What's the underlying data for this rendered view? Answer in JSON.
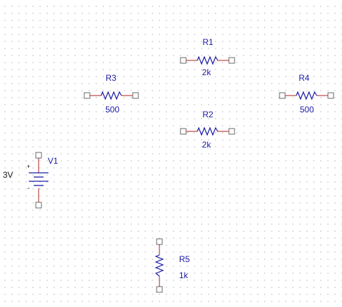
{
  "colors": {
    "label": "#1a1aa6",
    "wire": "#b22222",
    "body": "#1a1aa6",
    "pin": "#6a6a6a",
    "source_text": "#1a1a1a"
  },
  "components": {
    "r1": {
      "name": "R1",
      "value": "2k"
    },
    "r2": {
      "name": "R2",
      "value": "2k"
    },
    "r3": {
      "name": "R3",
      "value": "500"
    },
    "r4": {
      "name": "R4",
      "value": "500"
    },
    "r5": {
      "name": "R5",
      "value": "1k"
    },
    "v1": {
      "name": "V1",
      "value": "3V",
      "plus": "+",
      "minus": "-"
    }
  }
}
